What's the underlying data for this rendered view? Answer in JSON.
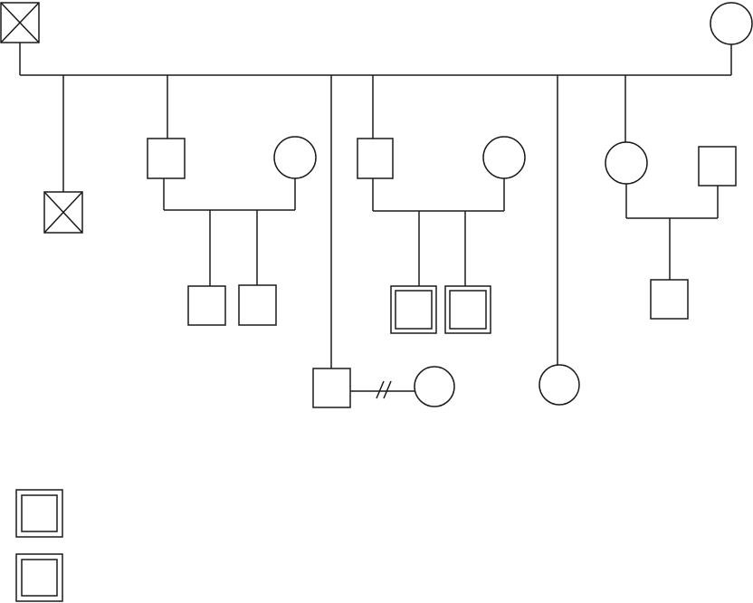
{
  "diagram": {
    "type": "pedigree",
    "generation_1": [
      {
        "id": "grandfather",
        "sex": "male",
        "deceased": true
      },
      {
        "id": "grandmother",
        "sex": "female",
        "deceased": false
      }
    ],
    "generation_2": [
      {
        "id": "son-1",
        "sex": "male",
        "deceased": true
      },
      {
        "id": "son-2",
        "sex": "male",
        "partner": "partner-of-son-2"
      },
      {
        "id": "son-3",
        "sex": "male",
        "partner": "partner-of-son-3",
        "partnership": "divorced"
      },
      {
        "id": "son-4",
        "sex": "male",
        "partner": "partner-of-son-4"
      },
      {
        "id": "daughter-1",
        "sex": "female"
      },
      {
        "id": "daughter-2",
        "sex": "female",
        "partner": "partner-of-daughter-2"
      }
    ],
    "generation_3": [
      {
        "id": "child-son-2-a",
        "sex": "male",
        "parent": "son-2",
        "marked": false
      },
      {
        "id": "child-son-2-b",
        "sex": "male",
        "parent": "son-2",
        "marked": false
      },
      {
        "id": "child-son-4-a",
        "sex": "male",
        "parent": "son-4",
        "marked": true
      },
      {
        "id": "child-son-4-b",
        "sex": "male",
        "parent": "son-4",
        "marked": true
      },
      {
        "id": "child-daughter-2",
        "sex": "male",
        "parent": "daughter-2",
        "marked": false
      }
    ],
    "legend": [
      {
        "id": "legend-symbol-1",
        "symbol": "double-square",
        "text": ""
      },
      {
        "id": "legend-symbol-2",
        "symbol": "double-square",
        "text": ""
      }
    ]
  }
}
